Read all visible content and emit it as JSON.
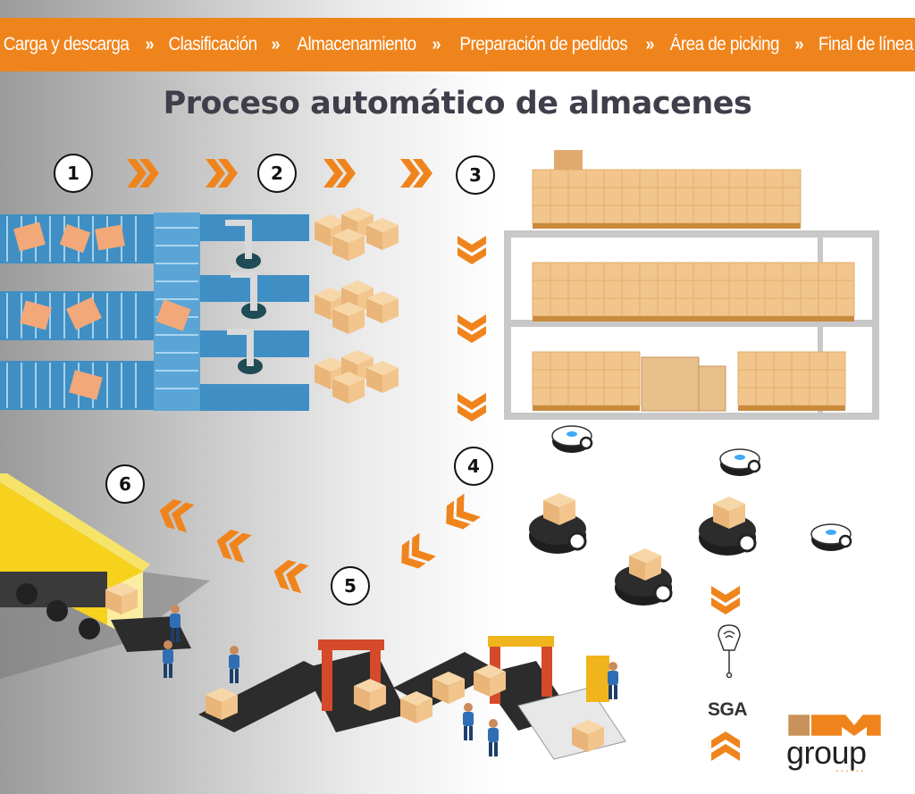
{
  "header": {
    "steps": [
      "Carga y descarga",
      "Clasificación",
      "Almacenamiento",
      "Preparación de pedidos",
      "Área de picking",
      "Final de línea"
    ],
    "separator": "»"
  },
  "title": "Proceso automático de almacenes",
  "step_numbers": [
    "1",
    "2",
    "3",
    "4",
    "5",
    "6"
  ],
  "sga_label": "SGA",
  "logo": {
    "mark": "LM",
    "text": "group",
    "dots": "......"
  },
  "colors": {
    "orange": "#f0841c",
    "title": "#3f3f4b",
    "conveyor_blue": "#3f8fc4",
    "box": "#f2c58c",
    "truck_yellow": "#f7d21c",
    "belt_dark": "#2c2c2c"
  },
  "icons": [
    "chevron-right-icon",
    "chevron-down-icon",
    "chevron-up-icon",
    "chevron-left-icon",
    "rfid-scanner-icon",
    "robot-arm-icon",
    "agv-robot-icon",
    "truck-icon",
    "worker-icon"
  ]
}
